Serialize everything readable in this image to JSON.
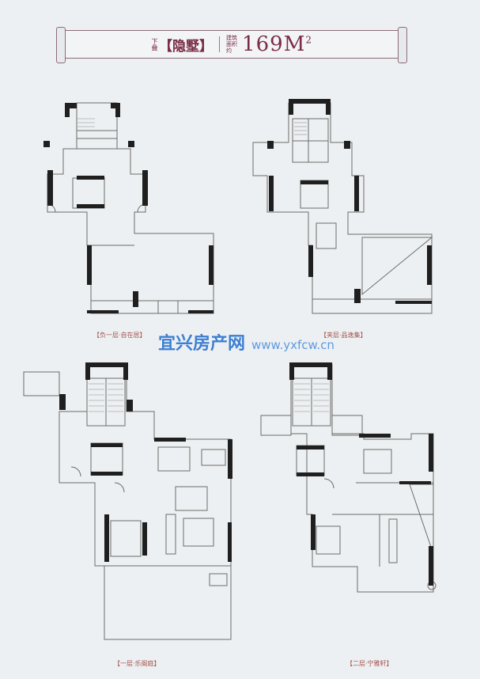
{
  "header": {
    "prefix": "下叠",
    "title": "【隐墅】",
    "area_label": "建筑面积约",
    "area_value": "169",
    "area_unit": "M",
    "area_sup": "2"
  },
  "captions": {
    "basement": "【负一层·自在居】",
    "mezzanine": "【夹层·品逸集】",
    "first": "【一层·乐阁庭】",
    "second": "【二层·宁雅轩】"
  },
  "watermark": {
    "name": "宜兴房产网",
    "url": "www.yxfcw.cn"
  },
  "colors": {
    "wall": "#1f1f1f",
    "line": "#6b6b6b",
    "caption": "#a3504b",
    "watermark": "#3d7fd3"
  }
}
